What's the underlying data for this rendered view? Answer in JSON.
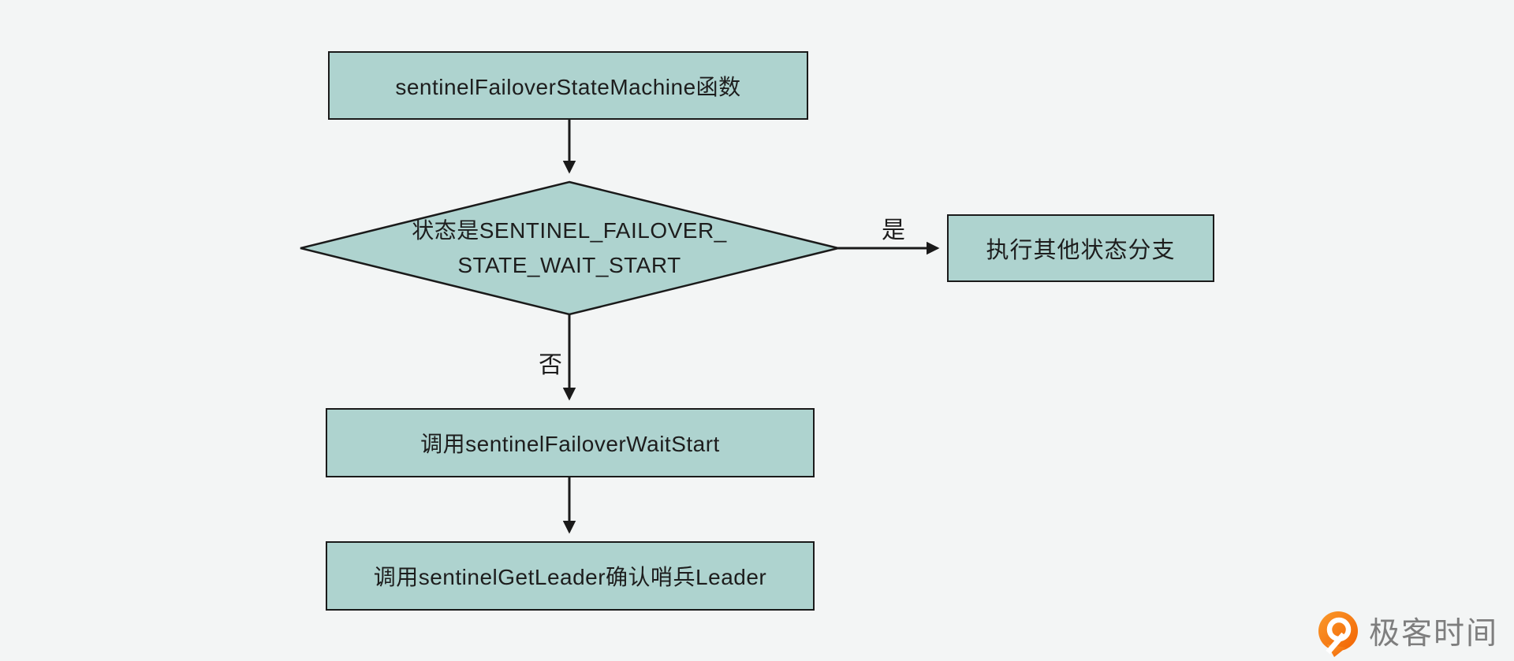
{
  "flowchart": {
    "start_node": "sentinelFailoverStateMachine函数",
    "decision_line1": "状态是SENTINEL_FAILOVER_",
    "decision_line2": "STATE_WAIT_START",
    "yes_label": "是",
    "no_label": "否",
    "yes_node": "执行其他状态分支",
    "no_node": "调用sentinelFailoverWaitStart",
    "final_node": "调用sentinelGetLeader确认哨兵Leader"
  },
  "branding": {
    "logo_text": "极客时间"
  },
  "colors": {
    "background": "#f3f5f5",
    "node_fill": "#aed3cf",
    "node_border": "#1a1a1a",
    "arrow": "#1a1a1a",
    "logo_orange": "#f77612",
    "logo_text_gray": "#7e7e7e"
  }
}
